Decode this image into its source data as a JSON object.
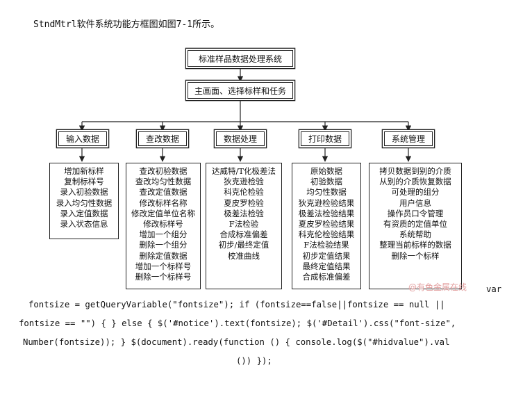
{
  "caption": "StndMtrl软件系统功能方框图如图7-1所示。",
  "diagram": {
    "root": "标准样品数据处理系统",
    "main": "主画面、选择标样和任务",
    "modules": [
      {
        "label": "输入数据",
        "items": [
          "增加新标样",
          "复制标样号",
          "录入初验数据",
          "录入均匀性数据",
          "录入定值数据",
          "录入状态信息"
        ]
      },
      {
        "label": "查改数据",
        "items": [
          "查改初验数据",
          "查改均匀性数据",
          "查改定值数据",
          "修改标样名称",
          "修改定值单位名称",
          "修改标样号",
          "增加一个组分",
          "删除一个组分",
          "删除定值数据",
          "增加一个标样号",
          "删除一个标样号"
        ]
      },
      {
        "label": "数据处理",
        "items": [
          "达威特/T化极差法",
          "狄克逊检验",
          "科克伦检验",
          "夏皮罗检验",
          "极差法检验",
          "F法检验",
          "合成标准偏差",
          "初步/最终定值",
          "校准曲线"
        ]
      },
      {
        "label": "打印数据",
        "items": [
          "原始数据",
          "初验数据",
          "均匀性数据",
          "狄克逊检验结果",
          "极差法检验结果",
          "夏皮罗检验结果",
          "科克伦检验结果",
          "F法检验结果",
          "初步定值结果",
          "最终定值结果",
          "合成标准偏差"
        ]
      },
      {
        "label": "系统管理",
        "items": [
          "拷贝数据到别的介质",
          "从别的介质恢复数据",
          "可处理的组分",
          "用户信息",
          "操作员口令管理",
          "有资质的定值单位",
          "系统帮助",
          "整理当前标样的数据",
          "删除一个标样"
        ]
      }
    ]
  },
  "watermark": "@有色金属在线",
  "code_lines": [
    "var",
    "fontsize = getQueryVariable(\"fontsize\"); if (fontsize==false||fontsize == null ||",
    "fontsize == \"\") { } else { $('#notice').text(fontsize); $('#Detail').css(\"font-size\",",
    "Number(fontsize)); } $(document).ready(function () { console.log($(\"#hidvalue\").val",
    "()) });"
  ]
}
